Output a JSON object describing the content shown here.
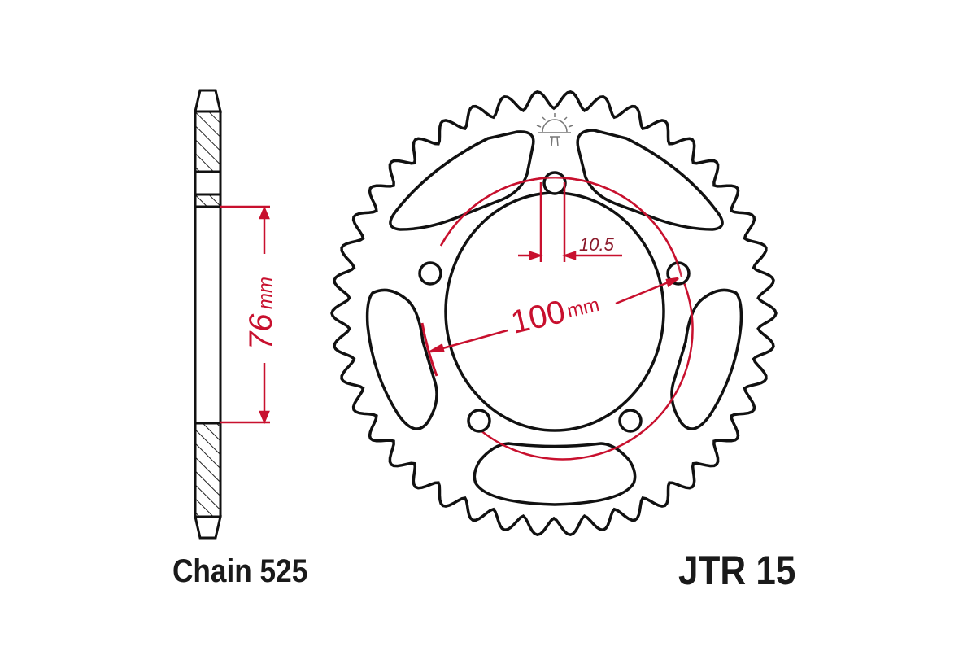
{
  "drawing": {
    "chain_label": "Chain 525",
    "part_number": "JTR 15",
    "side_view": {
      "dimension_value": "76",
      "dimension_unit": "mm"
    },
    "front_view": {
      "teeth_count": 42,
      "bolt_hole_count": 5,
      "bolt_circle_value": "100",
      "bolt_circle_unit": "mm",
      "bolt_hole_diameter": "10.5",
      "logo": "jt-sunrise-logo-icon"
    },
    "colors": {
      "outline": "#111111",
      "dimension": "#c8102e",
      "hatch": "#222222",
      "background": "#ffffff"
    }
  }
}
